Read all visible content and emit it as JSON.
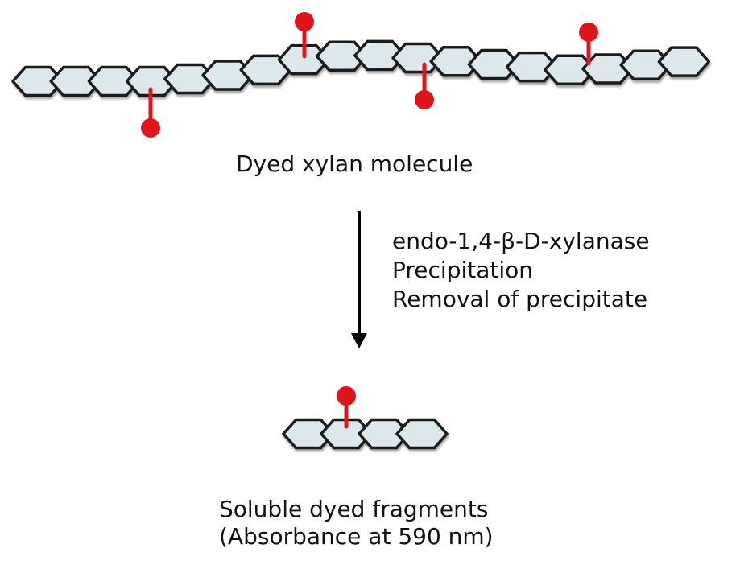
{
  "labels": {
    "top_molecule": "Dyed xylan molecule",
    "steps": [
      "endo-1,4-β-D-xylanase",
      "Precipitation",
      "Removal of precipitate"
    ],
    "product_line1": "Soluble dyed fragments",
    "product_line2": "(Absorbance at 590 nm)"
  },
  "colors": {
    "ring_fill": "#dce8ec",
    "ring_stroke": "#1a1a1a",
    "dye": "#e0151b",
    "arrow": "#000000"
  },
  "icons": {
    "sugar_ring": "hexagon",
    "dye_marker": "pin-with-ball"
  }
}
